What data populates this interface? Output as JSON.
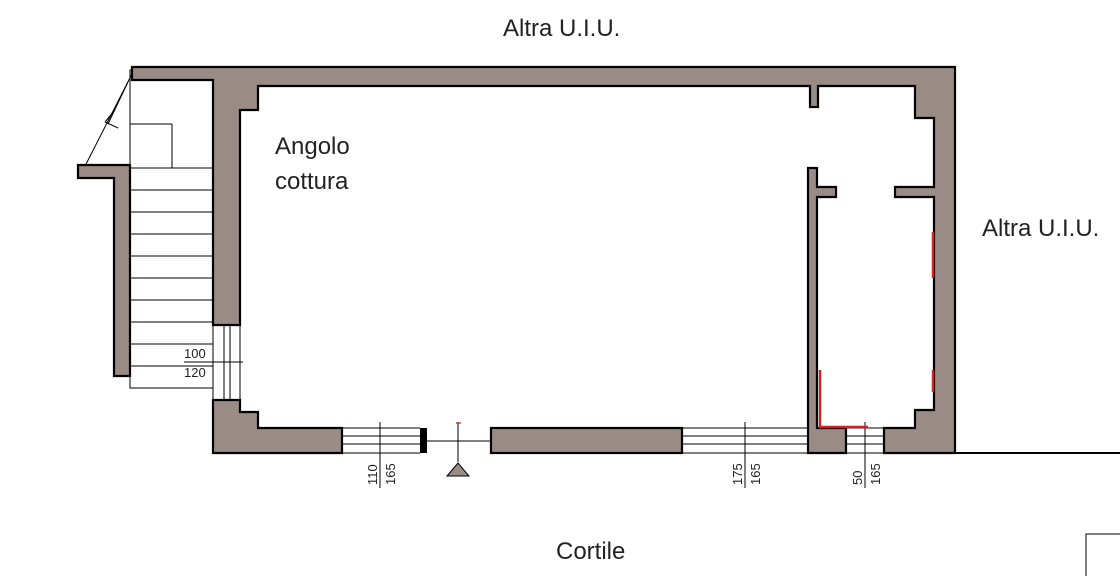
{
  "labels": {
    "top_neighbor": "Altra U.I.U.",
    "right_neighbor": "Altra U.I.U.",
    "kitchen_line1": "Angolo",
    "kitchen_line2": "cottura",
    "courtyard": "Cortile"
  },
  "dimensions": {
    "stair_opening_width": "100",
    "stair_opening_height": "120",
    "window_left_width": "110",
    "window_left_height": "165",
    "window_middle_width": "175",
    "window_middle_height": "165",
    "window_right_width": "50",
    "window_right_height": "165"
  },
  "colors": {
    "wall_fill": "#9a8b86",
    "line": "#000000",
    "fixture_red": "#d42020"
  },
  "icons": {
    "entrance_marker": "triangle-up-icon"
  }
}
